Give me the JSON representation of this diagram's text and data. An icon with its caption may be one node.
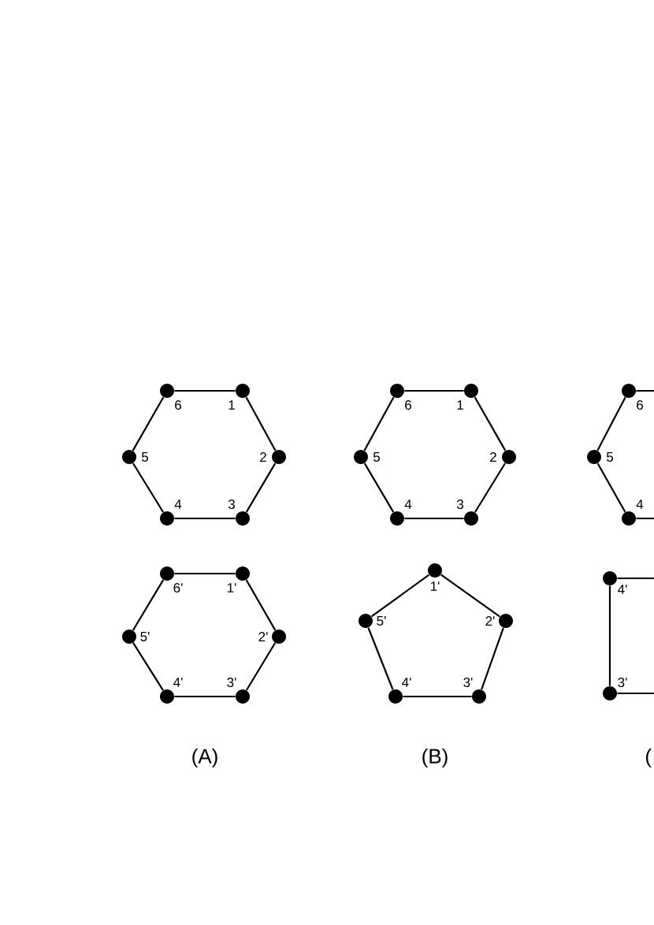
{
  "diagram": {
    "nodes": [
      {
        "text": [],
        "shape": "circle",
        "beside": [
          "1"
        ]
      },
      {
        "text": [],
        "shape": "circle",
        "beside": [
          "2"
        ]
      },
      {
        "text": [],
        "shape": "circle",
        "beside": [
          "3"
        ]
      },
      {
        "text": [],
        "shape": "circle",
        "beside": [
          "4"
        ]
      },
      {
        "text": [],
        "shape": "circle",
        "beside": [
          "5"
        ]
      },
      {
        "text": [],
        "shape": "circle",
        "beside": [
          "6"
        ]
      },
      {
        "text": [],
        "shape": "circle",
        "beside": [
          "1'"
        ]
      },
      {
        "text": [],
        "shape": "circle",
        "beside": [
          "2'"
        ]
      },
      {
        "text": [],
        "shape": "circle",
        "beside": [
          "3'"
        ]
      },
      {
        "text": [],
        "shape": "circle",
        "beside": [
          "4'"
        ]
      },
      {
        "text": [],
        "shape": "circle",
        "beside": [
          "5'"
        ]
      },
      {
        "text": [],
        "shape": "circle",
        "beside": [
          "6'"
        ]
      },
      {
        "text": [],
        "shape": "circle",
        "beside": [
          "1"
        ]
      },
      {
        "text": [],
        "shape": "circle",
        "beside": [
          "2"
        ]
      },
      {
        "text": [],
        "shape": "circle",
        "beside": [
          "3"
        ]
      },
      {
        "text": [],
        "shape": "circle",
        "beside": [
          "4"
        ]
      },
      {
        "text": [],
        "shape": "circle",
        "beside": [
          "5"
        ]
      },
      {
        "text": [],
        "shape": "circle",
        "beside": [
          "6"
        ]
      },
      {
        "text": [],
        "shape": "circle",
        "beside": [
          "1'"
        ]
      },
      {
        "text": [],
        "shape": "circle",
        "beside": [
          "2'"
        ]
      },
      {
        "text": [],
        "shape": "circle",
        "beside": [
          "3'"
        ]
      },
      {
        "text": [],
        "shape": "circle",
        "beside": [
          "4'"
        ]
      },
      {
        "text": [],
        "shape": "circle",
        "beside": [
          "5'"
        ]
      },
      {
        "text": [],
        "shape": "circle",
        "beside": [
          "6"
        ]
      },
      {
        "text": [],
        "shape": "circle",
        "beside": [
          "5"
        ]
      },
      {
        "text": [],
        "shape": "circle",
        "beside": [
          "4"
        ]
      },
      {
        "text": [],
        "shape": "circle",
        "beside": [
          "4'"
        ]
      },
      {
        "text": [],
        "shape": "circle",
        "beside": [
          "3'"
        ]
      }
    ],
    "edges": [
      {
        "from": 0,
        "to": 1,
        "arrow": "none"
      },
      {
        "from": 1,
        "to": 2,
        "arrow": "none"
      },
      {
        "from": 2,
        "to": 3,
        "arrow": "none"
      },
      {
        "from": 3,
        "to": 4,
        "arrow": "none"
      },
      {
        "from": 4,
        "to": 5,
        "arrow": "none"
      },
      {
        "from": 5,
        "to": 0,
        "arrow": "none"
      },
      {
        "from": 6,
        "to": 7,
        "arrow": "none"
      },
      {
        "from": 7,
        "to": 8,
        "arrow": "none"
      },
      {
        "from": 8,
        "to": 9,
        "arrow": "none"
      },
      {
        "from": 9,
        "to": 10,
        "arrow": "none"
      },
      {
        "from": 10,
        "to": 11,
        "arrow": "none"
      },
      {
        "from": 11,
        "to": 6,
        "arrow": "none"
      },
      {
        "from": 12,
        "to": 13,
        "arrow": "none"
      },
      {
        "from": 13,
        "to": 14,
        "arrow": "none"
      },
      {
        "from": 14,
        "to": 15,
        "arrow": "none"
      },
      {
        "from": 15,
        "to": 16,
        "arrow": "none"
      },
      {
        "from": 16,
        "to": 17,
        "arrow": "none"
      },
      {
        "from": 17,
        "to": 12,
        "arrow": "none"
      },
      {
        "from": 18,
        "to": 19,
        "arrow": "none"
      },
      {
        "from": 19,
        "to": 20,
        "arrow": "none"
      },
      {
        "from": 20,
        "to": 21,
        "arrow": "none"
      },
      {
        "from": 21,
        "to": 22,
        "arrow": "none"
      },
      {
        "from": 22,
        "to": 18,
        "arrow": "none"
      },
      {
        "from": 23,
        "to": null,
        "arrow": "none"
      },
      {
        "from": 23,
        "to": 24,
        "arrow": "none"
      },
      {
        "from": 24,
        "to": 25,
        "arrow": "none"
      },
      {
        "from": 25,
        "to": null,
        "arrow": "none"
      },
      {
        "from": 26,
        "to": null,
        "arrow": "none"
      },
      {
        "from": 26,
        "to": 27,
        "arrow": "none"
      },
      {
        "from": 27,
        "to": null,
        "arrow": "none"
      }
    ],
    "labels": [
      "(A)",
      "(B)",
      "("
    ]
  }
}
